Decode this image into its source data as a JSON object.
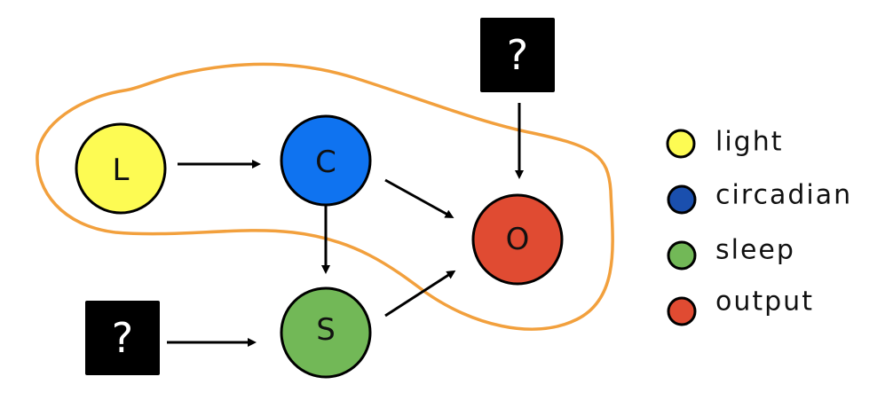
{
  "colors": {
    "light": "#fdfb53",
    "circadian": "#0f73f0",
    "circadian_legend": "#1a4fae",
    "sleep": "#72b857",
    "output": "#e04b32",
    "boundary": "#f2a03d",
    "unknown_box": "#000000"
  },
  "nodes": [
    {
      "id": "L",
      "label": "L",
      "meaning": "light"
    },
    {
      "id": "C",
      "label": "C",
      "meaning": "circadian"
    },
    {
      "id": "S",
      "label": "S",
      "meaning": "sleep"
    },
    {
      "id": "O",
      "label": "O",
      "meaning": "output"
    }
  ],
  "unknowns": [
    {
      "id": "U1",
      "label": "?",
      "target": "O"
    },
    {
      "id": "U2",
      "label": "?",
      "target": "S"
    }
  ],
  "edges": [
    {
      "from": "L",
      "to": "C"
    },
    {
      "from": "C",
      "to": "S"
    },
    {
      "from": "C",
      "to": "O"
    },
    {
      "from": "S",
      "to": "O"
    },
    {
      "from": "U1",
      "to": "O"
    },
    {
      "from": "U2",
      "to": "S"
    }
  ],
  "grouping": {
    "members": [
      "L",
      "C",
      "O"
    ]
  },
  "legend": [
    {
      "label": "light"
    },
    {
      "label": "circadian"
    },
    {
      "label": "sleep"
    },
    {
      "label": "output"
    }
  ]
}
